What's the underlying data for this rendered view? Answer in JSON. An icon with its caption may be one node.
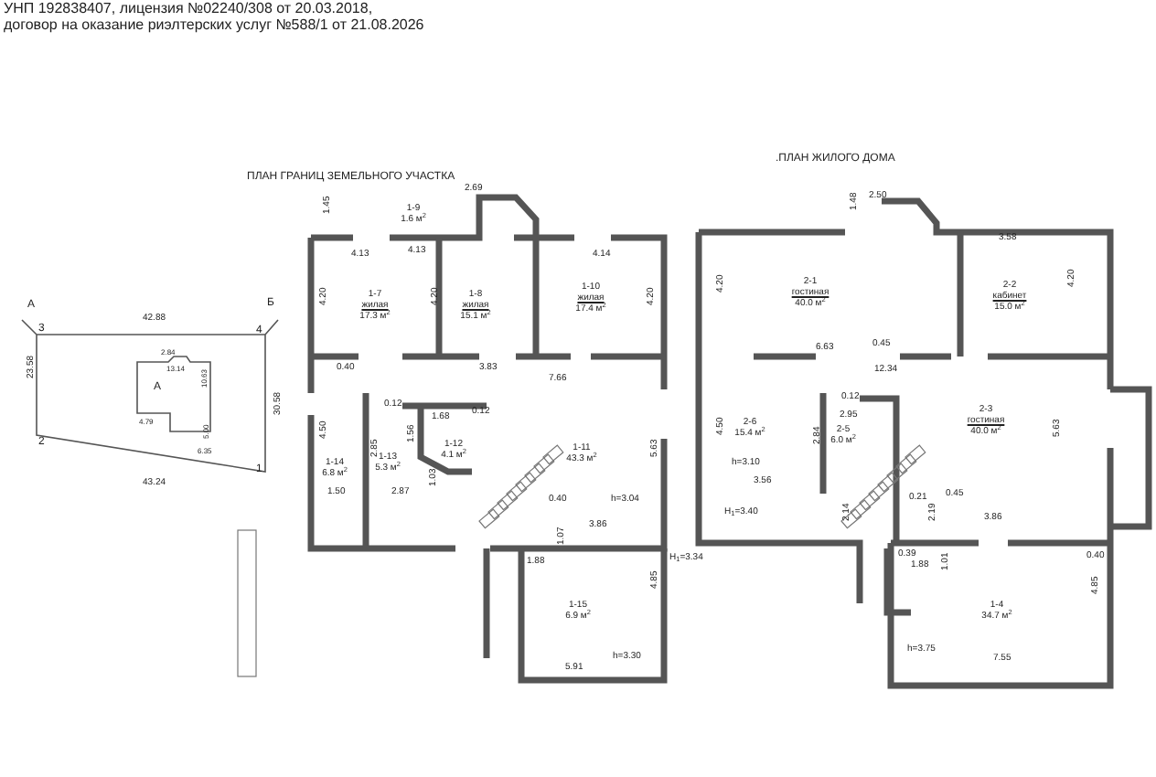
{
  "diagram": {
    "nodes": [
      {
        "text": [
          "1-9",
          "1.6 м$^{2}$"
        ]
      },
      {
        "text": [
          "1-7",
          "жилая",
          "17.3 м$^{2}$"
        ]
      },
      {
        "text": [
          "1-8",
          "жилая",
          "15.1 м$^{2}$"
        ]
      },
      {
        "text": [
          "1-10",
          "жилая",
          "17.4 м$^{2}$"
        ]
      },
      {
        "text": [
          "1-14",
          "6.8 м$^{2}$"
        ]
      },
      {
        "text": [
          "1-13",
          "5.3 м$^{2}$"
        ]
      },
      {
        "text": [
          "1-12",
          "4.1 м$^{2}$"
        ]
      },
      {
        "text": [
          "1-11",
          "43.3 м$^{2}$"
        ]
      },
      {
        "text": [
          "1-15",
          "6.9 м$^{2}$"
        ]
      },
      {
        "text": [
          "2-1",
          "гостиная",
          "40.0 м$^{2}$"
        ]
      },
      {
        "text": [
          "2-2",
          "кабинет",
          "15.0 м$^{2}$"
        ]
      },
      {
        "text": [
          "2-6",
          "15.4 м$^{2}$"
        ]
      },
      {
        "text": [
          "2-5",
          "6.0 м$^{2}$"
        ]
      },
      {
        "text": [
          "2-3",
          "гостиная",
          "40.0 м$^{2}$"
        ]
      },
      {
        "text": [
          "1-4",
          "34.7 м$^{2}$"
        ]
      }
    ],
    "labels": [
      "УНП 192838407, лицензия №02240/308 от 20.03.2018,",
      "договор на оказание риэлтерских услуг №588/1 от 21.08.2026",
      "ПЛАН ГРАНИЦ ЗЕМЕЛЬНОГО УЧАСТКА",
      ".ПЛАН ЖИЛОГО ДОМА",
      "А",
      "Б",
      "3",
      "4",
      "42.88",
      "23.58",
      "2.84",
      "13.14",
      "А",
      "10.63",
      "4.79",
      "30.58",
      "5.00",
      "6.35",
      "2",
      "1",
      "43.24",
      "2.69",
      "1.45",
      "4.13",
      "4.13",
      "4.14",
      "4.20",
      "4.20",
      "4.20",
      "0.40",
      "3.83",
      "7.66",
      "0.12",
      "1.68",
      "0.12",
      "4.50",
      "2.85",
      "1.56",
      "1.50",
      "2.87",
      "1.03",
      "0.40",
      "h=3.04",
      "5.63",
      "3.86",
      "H$_{1}$=3.34",
      "1.07",
      "1.88",
      "4.85",
      "h=3.30",
      "5.91",
      "1.48",
      "2.50",
      "3.58",
      "4.20",
      "4.20",
      "6.63",
      "0.45",
      "12.34",
      "0.12",
      "2.95",
      "4.50",
      "2.84",
      "5.63",
      "h=3.10",
      "3.56",
      "H$_{1}$=3.40",
      "0.21",
      "0.45",
      "3.86",
      "2.14",
      "2.19",
      "0.39",
      "1.01",
      "1.88",
      "0.40",
      "4.85",
      "h=3.75",
      "7.55"
    ]
  }
}
